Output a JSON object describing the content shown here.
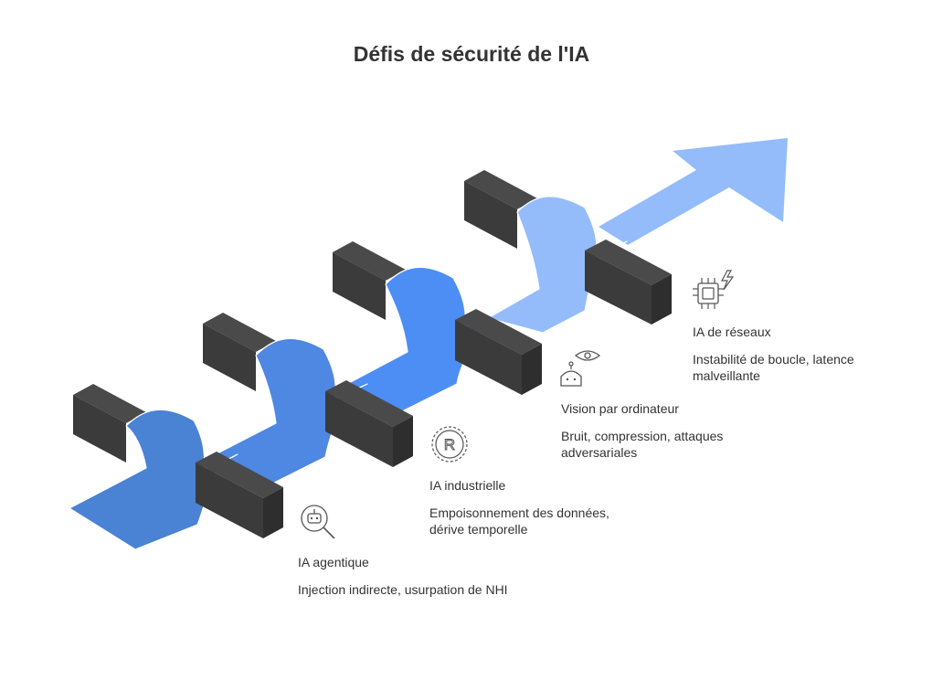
{
  "title": "Défis de sécurité de l'IA",
  "colors": {
    "arrow_head": "#94bcfb",
    "stage_1": "#4a82d4",
    "stage_2": "#4e88e2",
    "stage_3": "#4d8ef5",
    "stage_4": "#94bcfb",
    "block_top": "#4a4a4a",
    "block_front": "#3b3b3b",
    "block_side": "#2e2e2e",
    "icon_stroke": "#555555"
  },
  "stages": [
    {
      "label": "IA agentique",
      "description": "Injection indirecte, usurpation de NHI",
      "icon": "robot-search-icon"
    },
    {
      "label": "IA industrielle",
      "description": "Empoisonnement des données, dérive temporelle",
      "icon": "gear-r-icon"
    },
    {
      "label": "Vision par ordinateur",
      "description": "Bruit, compression, attaques adversariales",
      "icon": "robot-eye-icon"
    },
    {
      "label": "IA de réseaux",
      "description": "Instabilité de boucle, latence malveillante",
      "icon": "chip-lightning-icon"
    }
  ]
}
